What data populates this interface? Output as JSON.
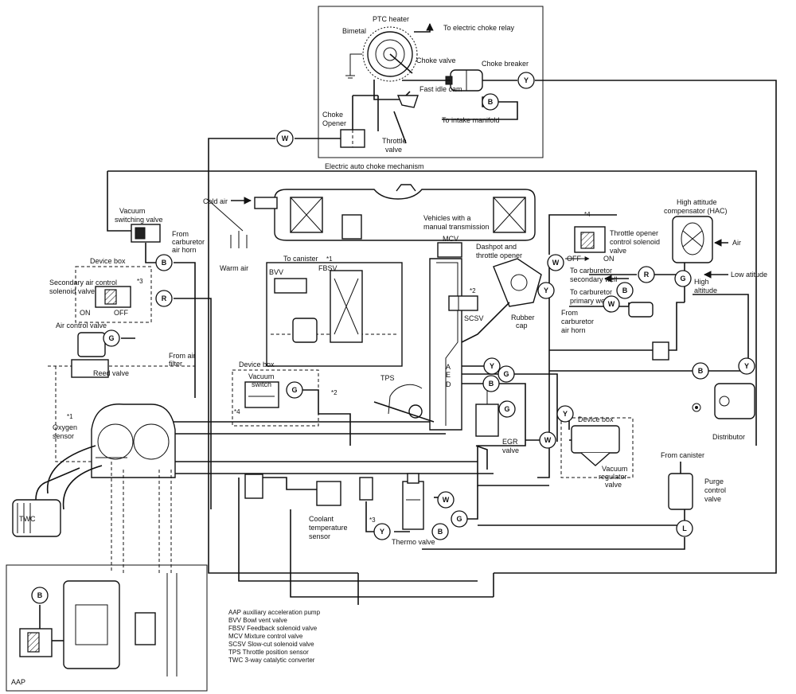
{
  "labels": {
    "ptc_heater": "PTC heater",
    "bimetal": "Bimetal",
    "to_choke_relay": "To electric choke relay",
    "choke_valve": "Choke valve",
    "choke_breaker": "Choke breaker",
    "fast_idle_cam": "Fast idle cam",
    "choke_opener_1": "Choke",
    "choke_opener_2": "Opener",
    "to_intake_manifold": "To intake manifold",
    "throttle_valve_1": "Throttle",
    "throttle_valve_2": "valve",
    "auto_choke": "Electric auto choke mechanism",
    "vsv_1": "Vacuum",
    "vsv_2": "switching valve",
    "cold_air": "Cold air",
    "from_carb_horn_1a": "From",
    "from_carb_horn_1b": "carburetor",
    "from_carb_horn_1c": "air horn",
    "warm_air": "Warm air",
    "device_box_1": "Device box",
    "sec_air_1": "Secondary air control",
    "sec_air_2": "solenoid valve",
    "on_1": "ON",
    "off_1": "OFF",
    "star3_a": "*3",
    "air_control_valve": "Air control valve",
    "from_air_filter_1": "From air",
    "from_air_filter_2": "filter",
    "reed_valve": "Reed valve",
    "bvv": "BVV",
    "to_canister": "To canister",
    "fbsv": "FBSV",
    "star1_a": "*1",
    "manual_trans_1": "Vehicles with a",
    "manual_trans_2": "manual transmission",
    "mcv": "MCV",
    "dashpot_1": "Dashpot and",
    "dashpot_2": "throttle opener",
    "star2_a": "*2",
    "scsv": "SCSV",
    "rubber_cap_1": "Rubber",
    "rubber_cap_2": "cap",
    "star4_a": "*4",
    "to_opener_1": "Throttle opener",
    "to_opener_2": "control solenoid",
    "to_opener_3": "valve",
    "off_2": "OFF",
    "on_2": "ON",
    "to_carb_sec_1": "To carburetor",
    "to_carb_sec_2": "secondary well",
    "to_carb_pri_1": "To carburetor",
    "to_carb_pri_2": "primary well",
    "from_carb_2a": "From",
    "from_carb_2b": "carburetor",
    "from_carb_2c": "air horn",
    "hac_1": "High attitude",
    "hac_2": "compensator (HAC)",
    "air": "Air",
    "low_altitude": "Low atitude",
    "high_alt_1": "High",
    "high_alt_2": "altitude",
    "device_box_2": "Device box",
    "vacuum_switch_1": "Vacuum",
    "vacuum_switch_2": "switch",
    "star4_b": "*4",
    "star2_b": "*2",
    "tps": "TPS",
    "port_a": "A",
    "port_e": "E",
    "port_d": "D",
    "oxygen_1": "Oxygen",
    "oxygen_2": "sensor",
    "star1_b": "*1",
    "egr_1": "EGR",
    "egr_2": "valve",
    "device_box_3": "Device box",
    "vac_reg_1": "Vacuum",
    "vac_reg_2": "regulator",
    "vac_reg_3": "valve",
    "distributor": "Distributor",
    "from_canister": "From canister",
    "purge_1": "Purge",
    "purge_2": "control",
    "purge_3": "valve",
    "coolant_1": "Coolant",
    "coolant_2": "temperature",
    "coolant_3": "sensor",
    "star3_b": "*3",
    "thermo_valve": "Thermo valve",
    "twc": "TWC",
    "aap": "AAP"
  },
  "connectors": {
    "y": "Y",
    "b": "B",
    "w": "W",
    "r": "R",
    "g": "G",
    "l": "L"
  },
  "legend": [
    "AAP  auxiliary acceleration pump",
    "BVV  Bowl vent valve",
    "FBSV  Feedback solenoid valve",
    "MCV  Mixture control valve",
    "SCSV  Slow-cut solenoid valve",
    "TPS  Throttle position sensor",
    "TWC  3-way catalytic converter"
  ]
}
